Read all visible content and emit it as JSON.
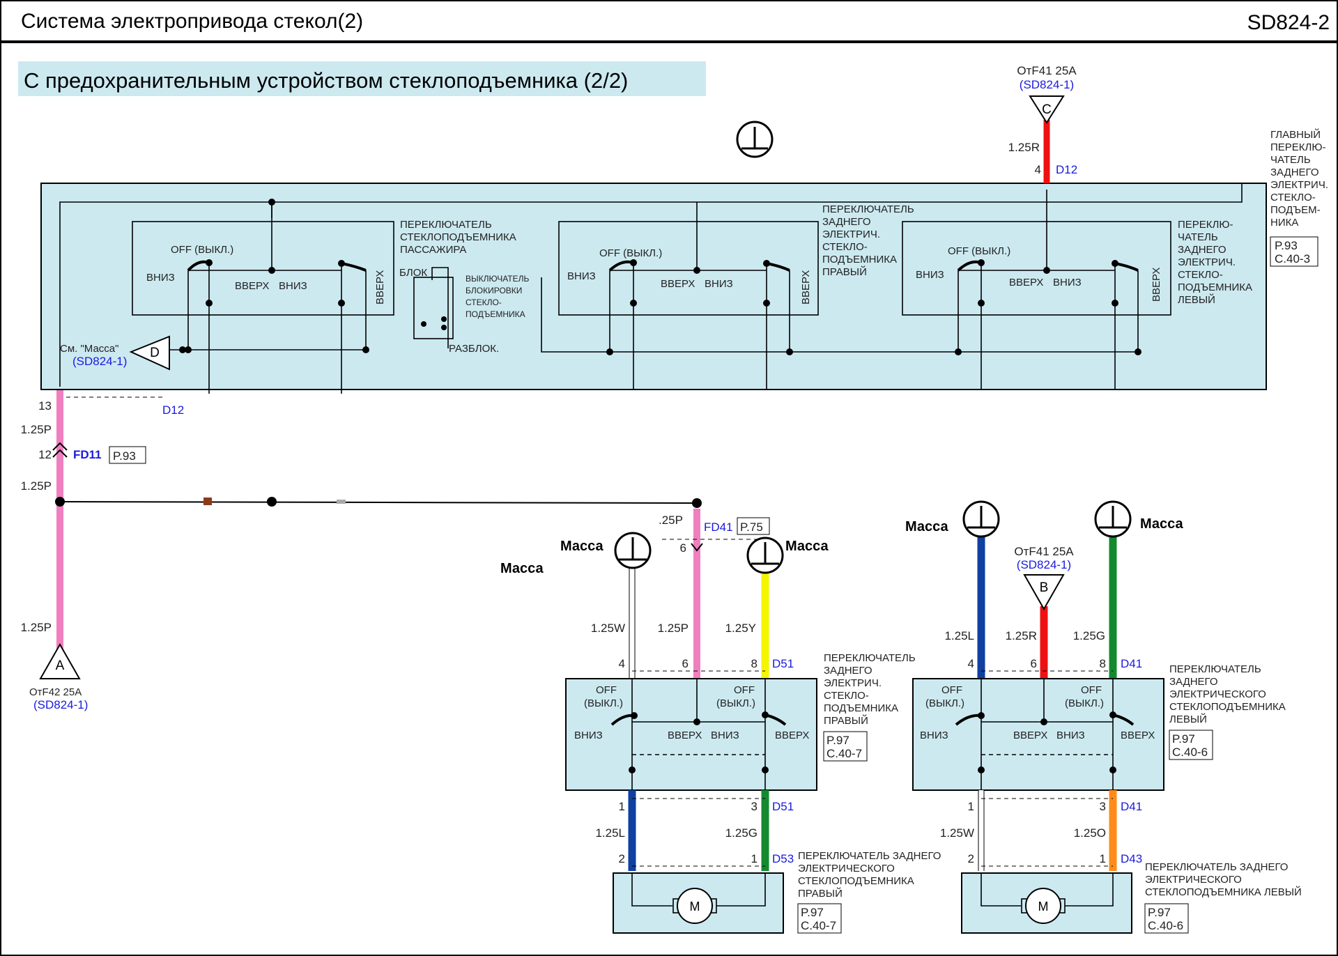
{
  "header": {
    "title": "Система электропривода стекол(2)",
    "code": "SD824-2"
  },
  "subtitle": "С предохранительным устройством стеклоподъемника (2/2)",
  "main_switch": {
    "lines": [
      "ГЛАВНЫЙ",
      "ПЕРЕКЛЮ-",
      "ЧАТЕЛЬ",
      "ЗАДНЕГО",
      "ЭЛЕКТРИЧ.",
      "СТЕКЛО-",
      "ПОДЪЕМ-",
      "НИКА"
    ],
    "ref": [
      "P.93",
      "C.40-3"
    ]
  },
  "passenger_switch": {
    "lines": [
      "ПЕРЕКЛЮЧАТЕЛЬ",
      "СТЕКЛОПОДЪЕМНИКА",
      "ПАССАЖИРА"
    ]
  },
  "rear_right_switch_label": {
    "lines": [
      "ПЕРЕКЛЮЧАТЕЛЬ",
      "ЗАДНЕГО",
      "ЭЛЕКТРИЧ.",
      "СТЕКЛО-",
      "ПОДЪЕМНИКА",
      "ПРАВЫЙ"
    ]
  },
  "rear_left_switch_label": {
    "lines": [
      "ПЕРЕКЛЮ-",
      "ЧАТЕЛЬ",
      "ЗАДНЕГО",
      "ЭЛЕКТРИЧ.",
      "СТЕКЛО-",
      "ПОДЪЕМНИКА",
      "ЛЕВЫЙ"
    ]
  },
  "lock_switch": {
    "lines": [
      "ВЫКЛЮЧАТЕЛЬ",
      "БЛОКИРОВКИ",
      "СТЕКЛО-",
      "ПОДЪЕМНИКА"
    ],
    "lock": "БЛОК",
    "unlock": "РАЗБЛОК."
  },
  "switch_terms": {
    "off": "OFF (ВЫКЛ.)",
    "off1": "OFF",
    "off2": "(ВЫКЛ.)",
    "down": "ВНИЗ",
    "up": "ВВЕРХ"
  },
  "ground_ref": {
    "text": "См. \"Масса\"",
    "ref": "(SD824-1)",
    "letter": "D"
  },
  "fuse_c": {
    "text": "ОтF41 25A",
    "ref": "(SD824-1)",
    "letter": "C"
  },
  "fuse_b": {
    "text": "ОтF41 25A",
    "ref": "(SD824-1)",
    "letter": "B"
  },
  "fuse_a": {
    "text": "ОтF42 25A",
    "ref": "(SD824-1)",
    "letter": "A"
  },
  "wires": {
    "r": "1.25R",
    "p": "1.25P",
    "w": "1.25W",
    "y": "1.25Y",
    "l": "1.25L",
    "g": "1.25G",
    "o": "1.25O",
    "p_cut": ".25P"
  },
  "connectors": {
    "d12": "D12",
    "fd11": "FD11",
    "fd41": "FD41",
    "d51": "D51",
    "d53": "D53",
    "d41": "D41",
    "d43": "D43"
  },
  "refs": {
    "p93": "P.93",
    "p75": "P.75"
  },
  "pins": {
    "p1": "1",
    "p2": "2",
    "p3": "3",
    "p4": "4",
    "p6": "6",
    "p8": "8",
    "p12": "12",
    "p13": "13"
  },
  "ground_label": "Масса",
  "rr_switch_desc": {
    "lines": [
      "ПЕРЕКЛЮЧАТЕЛЬ",
      "ЗАДНЕГО",
      "ЭЛЕКТРИЧ.",
      "СТЕКЛО-",
      "ПОДЪЕМНИКА",
      "ПРАВЫЙ"
    ],
    "ref": [
      "P.97",
      "C.40-7"
    ]
  },
  "rl_switch_desc": {
    "lines": [
      "ПЕРЕКЛЮЧАТЕЛЬ",
      "ЗАДНЕГО",
      "ЭЛЕКТРИЧЕСКОГО",
      "СТЕКЛОПОДЪЕМНИКА",
      "ЛЕВЫЙ"
    ],
    "ref": [
      "P.97",
      "C.40-6"
    ]
  },
  "rr_motor_desc": {
    "lines": [
      "ПЕРЕКЛЮЧАТЕЛЬ ЗАДНЕГО",
      "ЭЛЕКТРИЧЕСКОГО",
      "СТЕКЛОПОДЪЕМНИКА",
      "ПРАВЫЙ"
    ],
    "ref": [
      "P.97",
      "C.40-7"
    ]
  },
  "rl_motor_desc": {
    "lines": [
      "ПЕРЕКЛЮЧАТЕЛЬ ЗАДНЕГО",
      "ЭЛЕКТРИЧЕСКОГО",
      "СТЕКЛОПОДЪЕМНИКА  ЛЕВЫЙ"
    ],
    "ref": [
      "P.97",
      "C.40-6"
    ]
  },
  "motor_symbol": "M",
  "colors": {
    "panel": "#cce9f0",
    "pink": "#f07fc0",
    "red": "#ee1111",
    "yellow": "#f5f500",
    "blue": "#1040a0",
    "green": "#148a30",
    "orange": "#ff8c1a"
  }
}
